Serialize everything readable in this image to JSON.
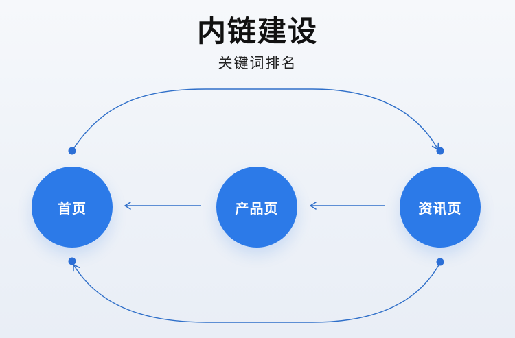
{
  "title": "内链建设",
  "subtitle": "关键词排名",
  "nodes": {
    "home": "首页",
    "product": "产品页",
    "news": "资讯页"
  },
  "colors": {
    "node": "#2c7ae8",
    "line": "#2f6fc9",
    "title": "#111111"
  }
}
